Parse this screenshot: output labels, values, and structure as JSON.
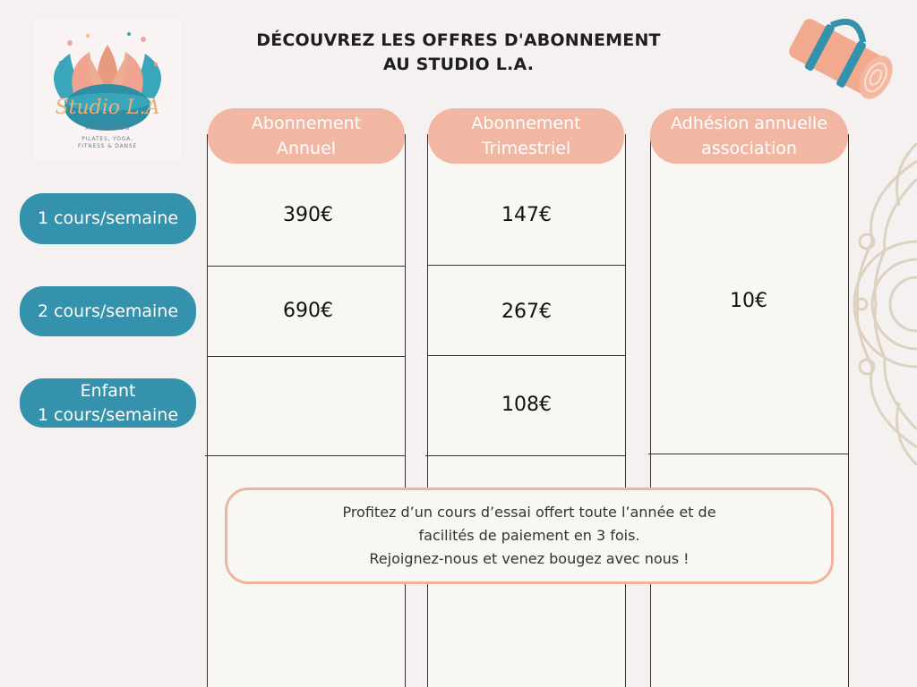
{
  "title": {
    "line1": "DÉCOUVREZ LES OFFRES D'ABONNEMENT",
    "line2": "AU STUDIO L.A."
  },
  "logo": {
    "brand": "Studio L.A",
    "small": "ASSOCIATION",
    "tagline1": "PILATES, YOGA,",
    "tagline2": "FITNESS & DANSE"
  },
  "columns": [
    {
      "line1": "Abonnement",
      "line2": "Annuel"
    },
    {
      "line1": "Abonnement",
      "line2": "Trimestriel"
    },
    {
      "line1": "Adhésion annuelle",
      "line2": "association"
    }
  ],
  "rows": [
    {
      "line1": "1 cours/semaine",
      "line2": ""
    },
    {
      "line1": "2 cours/semaine",
      "line2": ""
    },
    {
      "line1": "Enfant",
      "line2": "1 cours/semaine"
    }
  ],
  "prices": {
    "annual_1": "390€",
    "annual_2": "690€",
    "quarter_1": "147€",
    "quarter_2": "267€",
    "quarter_child": "108€",
    "membership": "10€"
  },
  "note": {
    "line1": "Profitez d’un cours d’essai offert toute l’année et de",
    "line2": "facilités de paiement en 3 fois.",
    "line3": "Rejoignez-nous et venez bougez avec nous !"
  },
  "colors": {
    "header_pink": "#f2b7a2",
    "pill_blue": "#3592ad",
    "background": "#f6f1f1"
  }
}
